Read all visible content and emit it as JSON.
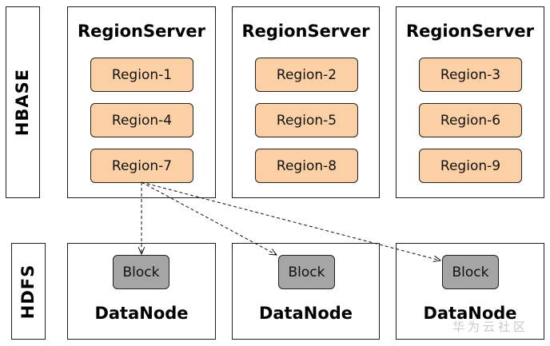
{
  "hbase": {
    "label": "HBASE",
    "servers": [
      {
        "title": "RegionServer",
        "regions": [
          "Region-1",
          "Region-4",
          "Region-7"
        ]
      },
      {
        "title": "RegionServer",
        "regions": [
          "Region-2",
          "Region-5",
          "Region-8"
        ]
      },
      {
        "title": "RegionServer",
        "regions": [
          "Region-3",
          "Region-6",
          "Region-9"
        ]
      }
    ]
  },
  "hdfs": {
    "label": "HDFS",
    "nodes": [
      {
        "title": "DataNode",
        "block": "Block"
      },
      {
        "title": "DataNode",
        "block": "Block"
      },
      {
        "title": "DataNode",
        "block": "Block"
      }
    ]
  },
  "links": {
    "from": "Region-7",
    "to": [
      "Block",
      "Block",
      "Block"
    ],
    "style": "dashed-arrow"
  },
  "colors": {
    "region_fill": "#fbd0a4",
    "block_fill": "#a5a5a5",
    "border": "#1e1e1e"
  },
  "watermark": "华为云社区"
}
